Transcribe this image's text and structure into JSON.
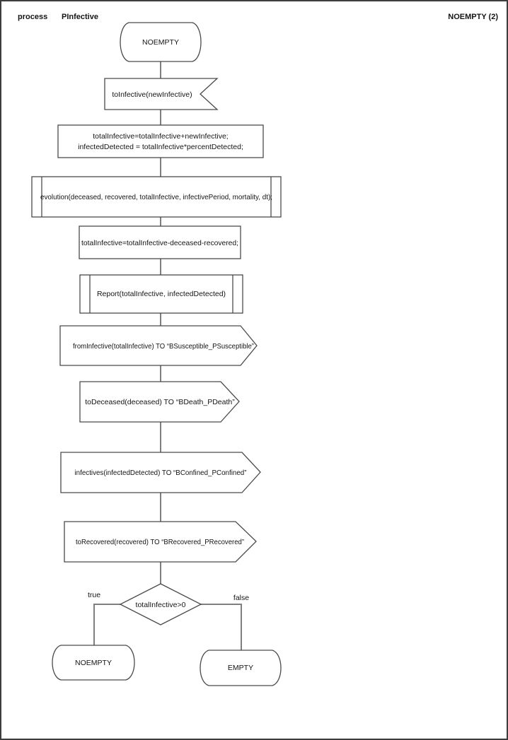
{
  "header": {
    "kind_label": "process",
    "diagram_name": "PInfective",
    "page_label": "NOEMPTY (2)"
  },
  "colors": {
    "background": "#ffffff",
    "page_border": "#3d3d3d",
    "shape_border": "#4a4a4a",
    "connector": "#7f7f7f",
    "text": "#141414"
  },
  "nodes": {
    "start": {
      "type": "state",
      "label": "NOEMPTY"
    },
    "receive": {
      "type": "receive-signal",
      "label": "toInfective(newInfective)"
    },
    "assign1": {
      "type": "task",
      "line1": "totalInfective=totalInfective+newInfective;",
      "line2": "infectedDetected = totalInfective*percentDetected;"
    },
    "call_evolution": {
      "type": "procedure-call",
      "label": "evolution(deceased, recovered, totalInfective, infectivePeriod, mortality, dt);"
    },
    "assign2": {
      "type": "task",
      "label": "totalInfective=totalInfective-deceased-recovered;"
    },
    "call_report": {
      "type": "procedure-call",
      "label": "Report(totalInfective, infectedDetected)"
    },
    "send_from_infective": {
      "type": "send-signal",
      "label": "fromInfective(totalInfective) TO “BSusceptible_PSusceptible”"
    },
    "send_to_deceased": {
      "type": "send-signal",
      "label": "toDeceased(deceased) TO “BDeath_PDeath”"
    },
    "send_infectives": {
      "type": "send-signal",
      "label": "infectives(infectedDetected) TO “BConfined_PConfined”"
    },
    "send_to_recovered": {
      "type": "send-signal",
      "label": "toRecovered(recovered) TO “BRecovered_PRecovered”"
    },
    "decision": {
      "type": "decision",
      "label": "totalInfective>0",
      "true_label": "true",
      "false_label": "false"
    },
    "state_noempty": {
      "type": "state",
      "label": "NOEMPTY"
    },
    "state_empty": {
      "type": "state",
      "label": "EMPTY"
    }
  }
}
